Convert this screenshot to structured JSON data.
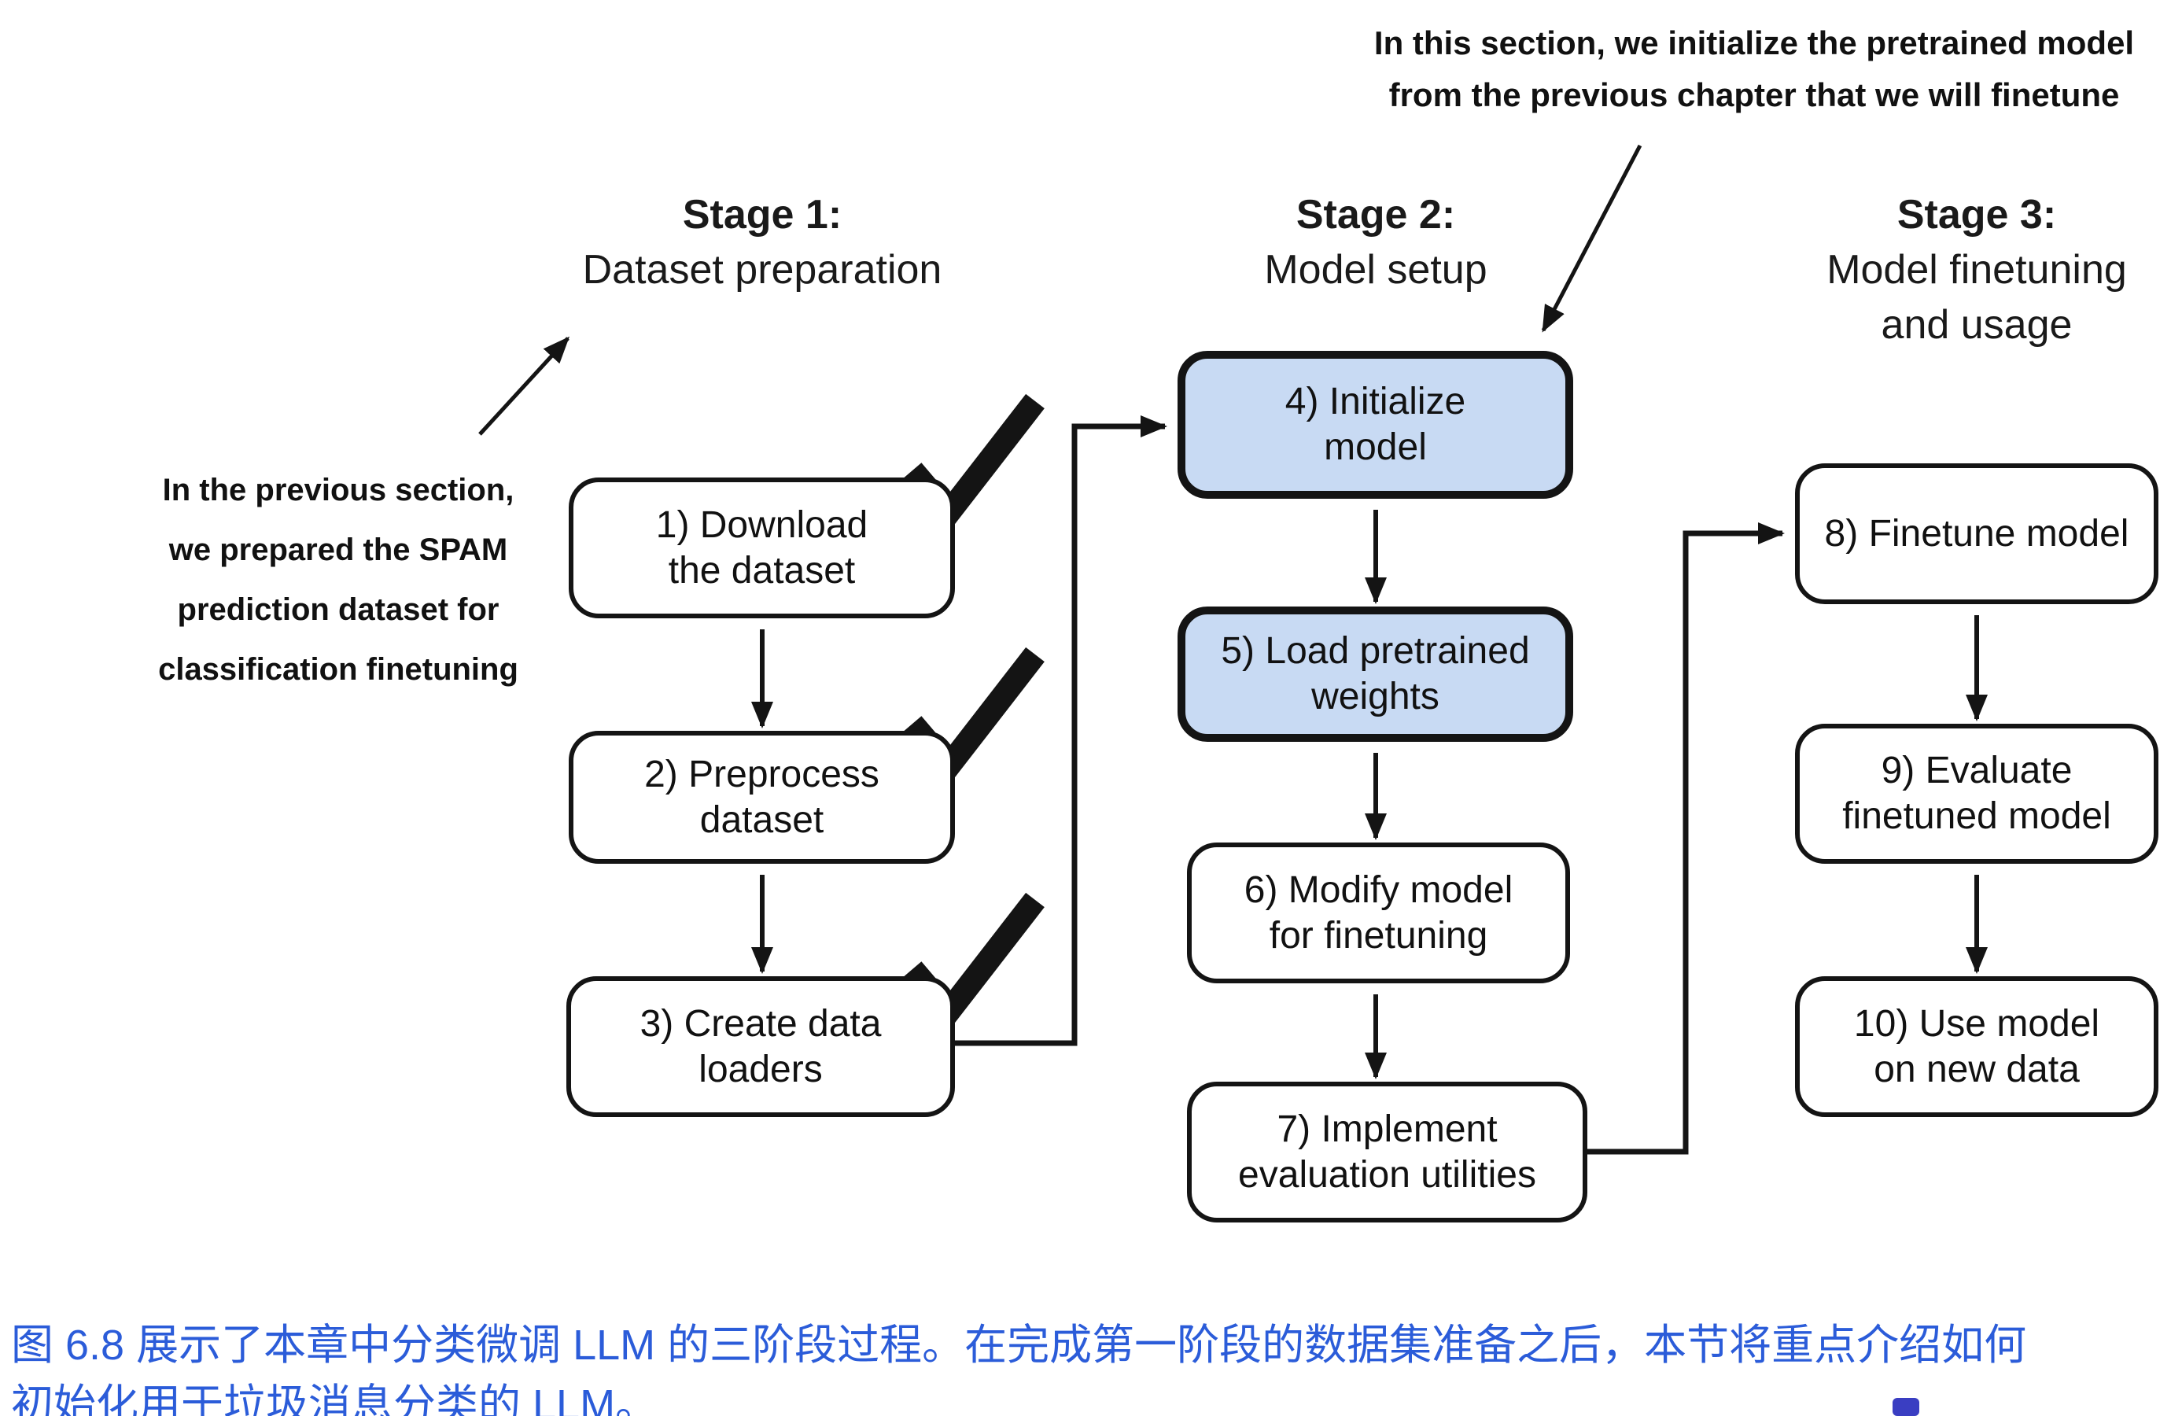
{
  "colors": {
    "highlight_fill": "#c8daf3",
    "box_fill": "#ffffff",
    "stroke": "#141414",
    "caption_blue": "#2b5cd9",
    "marker_blue": "#3a3ec2"
  },
  "annotations": {
    "top_note": {
      "lines": [
        "In this section, we initialize the pretrained model",
        "from the previous chapter that we will finetune"
      ]
    },
    "left_note": {
      "lines": [
        "In the previous section,",
        "we prepared the SPAM",
        "prediction dataset for",
        "classification finetuning"
      ]
    }
  },
  "stages": [
    {
      "title": "Stage 1:",
      "subtitle_lines": [
        "Dataset preparation"
      ]
    },
    {
      "title": "Stage 2:",
      "subtitle_lines": [
        "Model setup"
      ]
    },
    {
      "title": "Stage 3:",
      "subtitle_lines": [
        "Model finetuning",
        "and usage"
      ]
    }
  ],
  "boxes": [
    {
      "id": 1,
      "lines": [
        "1) Download",
        "the dataset"
      ],
      "checked": true,
      "highlighted": false
    },
    {
      "id": 2,
      "lines": [
        "2) Preprocess",
        "dataset"
      ],
      "checked": true,
      "highlighted": false
    },
    {
      "id": 3,
      "lines": [
        "3) Create data",
        "loaders"
      ],
      "checked": true,
      "highlighted": false
    },
    {
      "id": 4,
      "lines": [
        "4) Initialize",
        "model"
      ],
      "checked": false,
      "highlighted": true
    },
    {
      "id": 5,
      "lines": [
        "5) Load pretrained",
        "weights"
      ],
      "checked": false,
      "highlighted": true
    },
    {
      "id": 6,
      "lines": [
        "6) Modify model",
        "for finetuning"
      ],
      "checked": false,
      "highlighted": false
    },
    {
      "id": 7,
      "lines": [
        "7) Implement",
        "evaluation utilities"
      ],
      "checked": false,
      "highlighted": false
    },
    {
      "id": 8,
      "lines": [
        "8) Finetune model"
      ],
      "checked": false,
      "highlighted": false
    },
    {
      "id": 9,
      "lines": [
        "9) Evaluate",
        "finetuned model"
      ],
      "checked": false,
      "highlighted": false
    },
    {
      "id": 10,
      "lines": [
        "10) Use model",
        "on new data"
      ],
      "checked": false,
      "highlighted": false
    }
  ],
  "caption": {
    "lines": [
      "图 6.8 展示了本章中分类微调 LLM 的三阶段过程。在完成第一阶段的数据集准备之后，本节将重点介绍如何",
      "初始化用于垃圾消息分类的 LLM。"
    ]
  }
}
